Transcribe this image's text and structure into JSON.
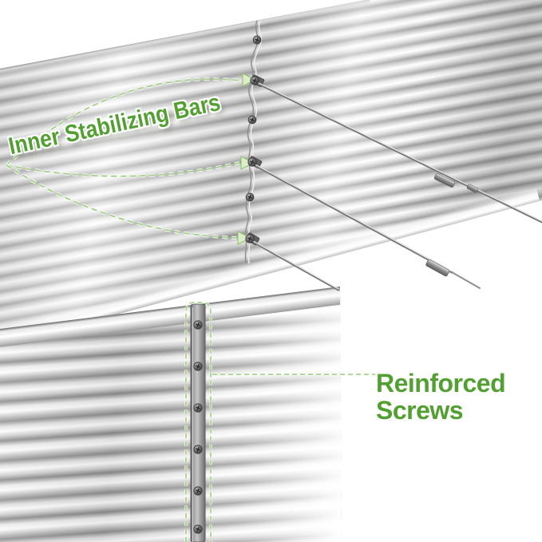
{
  "callouts": {
    "stabilizing_bars": {
      "label": "Inner Stabilizing Bars",
      "bar_count": 3
    },
    "reinforced_screws": {
      "label": "Reinforced Screws",
      "visible_strip_screw_count": 6
    }
  },
  "scene": {
    "upper_seam_screw_count": 6,
    "subject": "galvanized corrugated metal raised garden bed panels"
  },
  "colors": {
    "annotation_green": "#53a032",
    "dash_green": "#a5d38b",
    "background": "#ffffff"
  }
}
